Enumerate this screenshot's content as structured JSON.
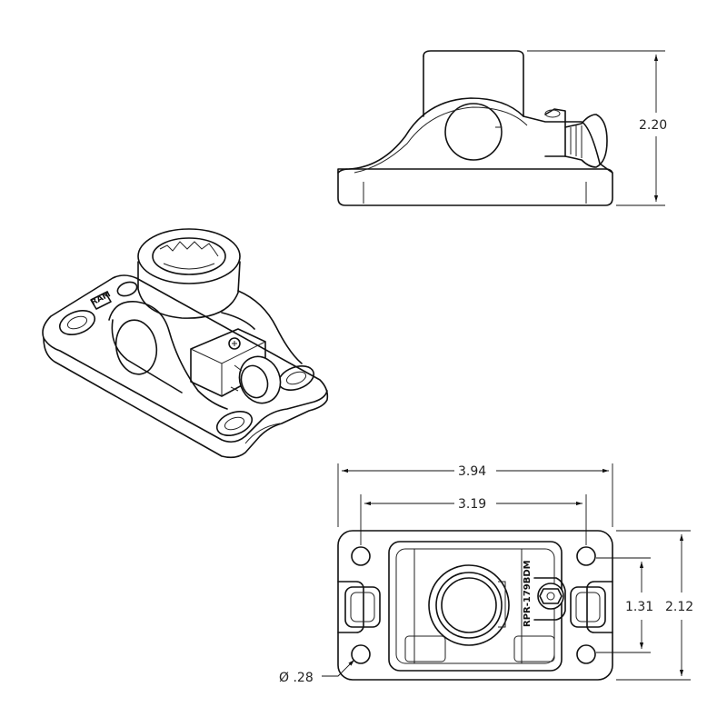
{
  "dimensions": {
    "height_side": "2.20",
    "overall_width": "3.94",
    "hole_spacing_width": "3.19",
    "hole_spacing_height": "1.31",
    "overall_height": "2.12",
    "hole_diameter": "Ø .28"
  },
  "part_label": "RPR-179BDM",
  "logo_text": "RAM"
}
